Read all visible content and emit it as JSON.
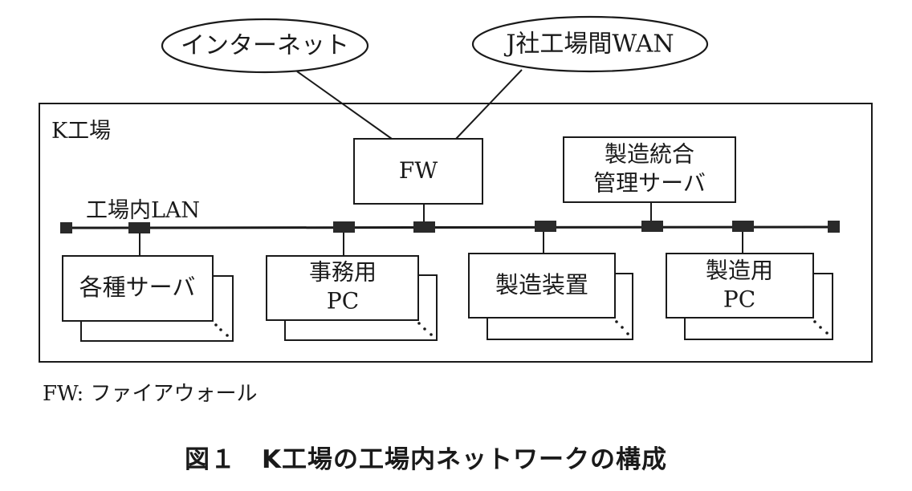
{
  "external_networks": {
    "internet": "インターネット",
    "wan": "J社工場間WAN"
  },
  "factory": {
    "label": "K工場",
    "lan_label": "工場内LAN"
  },
  "devices": {
    "firewall": "FW",
    "mgmt_server_line1": "製造統合",
    "mgmt_server_line2": "管理サーバ",
    "servers": "各種サーバ",
    "office_pc_line1": "事務用",
    "office_pc_line2": "PC",
    "equipment": "製造装置",
    "mfg_pc_line1": "製造用",
    "mfg_pc_line2": "PC"
  },
  "legend": "FW: ファイアウォール",
  "caption": "図１　K工場の工場内ネットワークの構成",
  "colors": {
    "ink": "#1a1a1a",
    "node": "#2a2a2a"
  }
}
